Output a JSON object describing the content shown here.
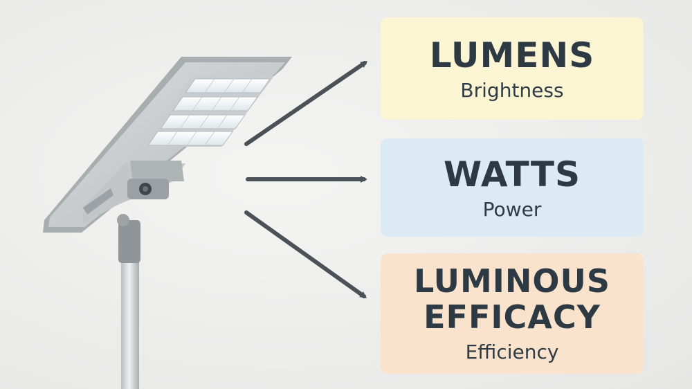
{
  "colors": {
    "lumens_bg": "#fbf5d3",
    "watts_bg": "#dceaf3",
    "efficacy_bg": "#f9e3cc",
    "text": "#2d3a44",
    "arrow": "#4a5258"
  },
  "icons": {
    "product": "solar-street-light-icon",
    "arrows": "arrow-right-icon"
  },
  "cards": {
    "lumens": {
      "title": "LUMENS",
      "subtitle": "Brightness"
    },
    "watts": {
      "title": "WATTS",
      "subtitle": "Power"
    },
    "efficacy": {
      "title_line1": "LUMINOUS",
      "title_line2": "EFFICACY",
      "subtitle": "Efficiency"
    }
  }
}
